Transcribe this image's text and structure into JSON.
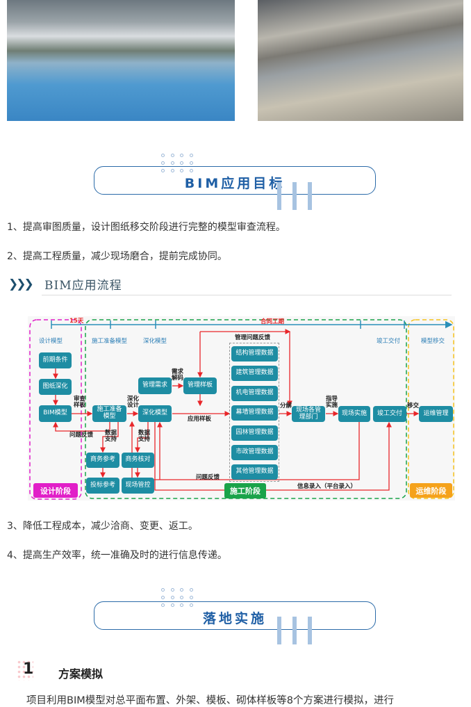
{
  "photos": {
    "left": "indoor-pool-render",
    "right": "pool-mosaic-render"
  },
  "section1": {
    "title": "BIM应用目标"
  },
  "goals": [
    "1、提高审图质量，设计图纸移交阶段进行完整的模型审查流程。",
    "2、提高工程质量，减少现场磨合，提前完成协同。",
    "3、降低工程成本，减少洽商、变更、返工。",
    "4、提高生产效率，统一准确及时的进行信息传递。"
  ],
  "subheading": {
    "title": "BIM应用流程"
  },
  "diagram": {
    "timeline": {
      "days": "15天",
      "contract": "合同工期"
    },
    "milestones": [
      "设计模型",
      "施工准备模型",
      "深化模型",
      "竣工交付",
      "模型移交"
    ],
    "boxes": {
      "pre": "前期条件",
      "drawing": "图纸深化",
      "bim": "BIM模型",
      "prep": "施工准备模型",
      "deep": "深化模型",
      "mgmt_need": "管理需求",
      "mgmt_tpl": "管理样板",
      "biz_ref": "商务参考",
      "bid_ref": "投标参考",
      "biz_check": "商务核对",
      "site_ctrl": "现场管控",
      "site_dept": "现场各管理部门",
      "site_impl": "现场实施",
      "complete": "竣工交付",
      "om": "运维管理"
    },
    "data_title": "管理问题反馈",
    "data_boxes": [
      "结构管理数据",
      "建筑管理数据",
      "机电管理数据",
      "幕墙管理数据",
      "园林管理数据",
      "市政管理数据",
      "其他管理数据"
    ],
    "arrow_labels": {
      "review": "审查样板",
      "deepen": "深化设计",
      "decode": "需求解码",
      "apply": "应用样板",
      "feedback1": "问题反馈",
      "data1": "数据支持",
      "data2": "数据支持",
      "feedback2": "问题反馈",
      "split": "分解",
      "guide": "指导实施",
      "handover": "移交",
      "info": "信息录入（平台录入）"
    },
    "phases": {
      "design": "设计阶段",
      "construction": "施工阶段",
      "om": "运维阶段"
    },
    "colors": {
      "box": "#1e8da3",
      "design": "#e11fc8",
      "construction": "#1aa34a",
      "om": "#f5a21b",
      "arrow": "#e8262a"
    }
  },
  "section2": {
    "title": "落地实施"
  },
  "item1": {
    "number": "1",
    "title": "方案模拟",
    "text": "项目利用BIM模型对总平面布置、外架、模板、砌体样板等8个方案进行模拟，进行"
  }
}
